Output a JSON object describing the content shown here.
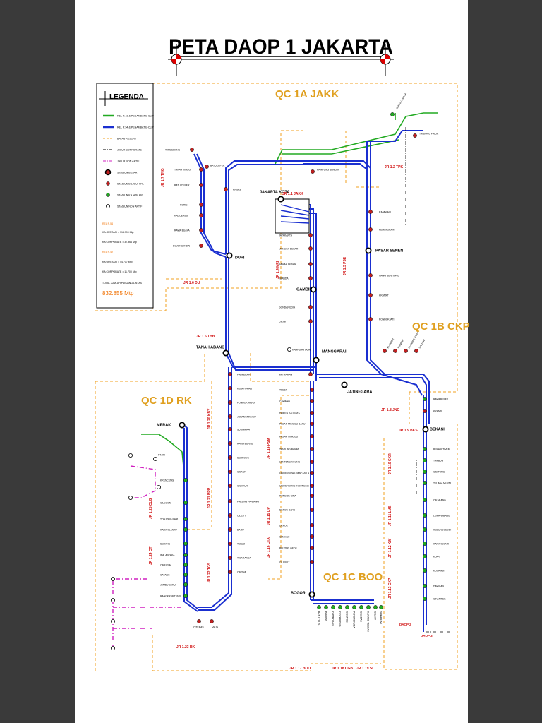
{
  "title": "PETA DAOP 1 JAKARTA",
  "legend": {
    "title": "LEGENDA",
    "items": [
      {
        "label": "REL R.42 & PENAMBAT E-CLIP",
        "color": "#22aa22",
        "kind": "line"
      },
      {
        "label": "REL R.54 & PENAMBAT E-CLIP",
        "color": "#1a2fd0",
        "kind": "line"
      },
      {
        "label": "BATAS RESORT",
        "color": "#f0a020",
        "kind": "dash"
      },
      {
        "label": "JALUR CORPORATE",
        "color": "#000000",
        "kind": "dashdot"
      },
      {
        "label": "JALUR NON AKTIF",
        "color": "#d020c0",
        "kind": "dashdot"
      },
      {
        "label": "STASIUN BESAR",
        "color": "#c02020",
        "kind": "big"
      },
      {
        "label": "STASIUN DILALUI KRL",
        "color": "#c02020",
        "kind": "dot"
      },
      {
        "label": "STASIUN KA NON KRL",
        "color": "#22aa22",
        "kind": "dot"
      },
      {
        "label": "STASIUN NON AKTIF",
        "color": "#ffffff",
        "kind": "ring"
      }
    ],
    "notes": [
      "REL R.54",
      "KA OPERASI = 716.790 Mtp",
      "KA CORPORATE = 37.966 Mtp",
      "REL R.42",
      "KA OPERASI = 44.707 Mtp",
      "KA CORPORATE = 11.700 Mtp",
      "TOTAL JUMLAH PANJANG LINTAS",
      "832.855 Mtp"
    ]
  },
  "regions": [
    "QC 1A JAKK",
    "QC 1B CKP",
    "QC 1D RK",
    "QC 1C BOO"
  ],
  "lines": [
    "JR 1.1 JAKK",
    "JR 1.2 TPK",
    "JR 1.3 PSE",
    "JR 1.4 MRI",
    "JR 1.5 THB",
    "JR 1.6 DU",
    "JR 1.7 TNG",
    "JR 1.8 JNG",
    "JR 1.9 BKS",
    "JR 1.10 CKR",
    "JR 1.11 LMB",
    "JR 1.12 KW",
    "JR 1.13 CKP",
    "JR 1.14 PSM",
    "JR 1.15 DP",
    "JR 1.16 CTA",
    "JR 1.17 BOO",
    "JR 1.18 CGB",
    "JR 1.19 SI",
    "JR 1.20 KBY",
    "JR 1.21 PRP",
    "JR 1.22 TGS",
    "JR 1.23 RK",
    "JR 1.24 CT",
    "JR 1.25 CLG"
  ],
  "daop": [
    "DAOP 2",
    "DAOP 3"
  ],
  "stations": {
    "major": [
      "JAKARTA KOTA",
      "DURI",
      "TANAH ABANG",
      "GAMBIR",
      "PASAR SENEN",
      "MANGGARAI",
      "JATINEGARA",
      "BEKASI",
      "BOGOR"
    ],
    "north": [
      "SUNGAI LAGOA",
      "TANJUNG PRIOK",
      "KAMPUNG BANDAN",
      "RAJAWALI",
      "KEMAYORAN",
      "GANG SENTIONG",
      "KRAMAT",
      "PONDOKJATI",
      "ANGKE",
      "KAMPUNG DURI"
    ],
    "tangerang": [
      "TANGERANG",
      "TANAH TINGGI",
      "BATU CEPER",
      "PORIS",
      "KALIDERES",
      "RAWA BUAYA",
      "BOJONG INDAH",
      "BATUCEPER"
    ],
    "central": [
      "JAYAKARTA",
      "MANGGA BESAR",
      "SAWAH BESAR",
      "JUANDA",
      "GONDANGDIA",
      "CIKINI",
      "MATRAMAN"
    ],
    "south_west": [
      "PALMERAH",
      "KEBAYORAN",
      "PONDOK RANJI",
      "JURANGMANGU",
      "SUDIMARA",
      "RAWA BUNTU",
      "SERPONG",
      "CISAUK",
      "CICAYUR",
      "PARUNG PANJANG",
      "CILEJIT",
      "DARU",
      "TENJO",
      "TIGARAKSA",
      "CIKOYA",
      "CITERAS",
      "MAJA"
    ],
    "bogor": [
      "TEBET",
      "CAWANG",
      "DUREN KALIBATA",
      "PASAR MINGGU BARU",
      "PASAR MINGGU",
      "TANJUNG BARAT",
      "LENTENG AGUNG",
      "UNIVERSITAS PANCASILA",
      "UNIVERSITAS INDONESIA",
      "PONDOK CINA",
      "DEPOK BARU",
      "DEPOK",
      "CITAYAM",
      "BOJONG GEDE",
      "CILEBUT",
      "BOGOR"
    ],
    "east": [
      "KLENDER",
      "BUARAN",
      "KLENDER BARU",
      "CAKUNG",
      "KRANJI",
      "RAWABEBEK",
      "BEKASI TIMUR",
      "TAMBUN",
      "CIBITUNG",
      "TELAGA MURNI",
      "CIKARANG",
      "LEMAHABANG",
      "KEDUNGGEDEH",
      "KARANGSARI",
      "KLARI",
      "KOSAMBI",
      "DAWUAN",
      "CIKAMPEK"
    ],
    "merak": [
      "MERAK",
      "PT. IKI",
      "KRENCENG",
      "CILEGON",
      "TONJONG BARU",
      "KARANGANTU",
      "SERANG",
      "WALANTAKA",
      "CIKEUSAL",
      "CATANG",
      "JAMBU BARU",
      "RANGKASBITUNG"
    ],
    "sukabumi": [
      "BATU TULIS",
      "PARUNG",
      "COMBORAN",
      "CIGOMBONG",
      "CICURUG",
      "PARUNGKUDA",
      "CIBADAK",
      "KARANG TENGAH",
      "CISAAT",
      "SUKABUMI"
    ]
  }
}
